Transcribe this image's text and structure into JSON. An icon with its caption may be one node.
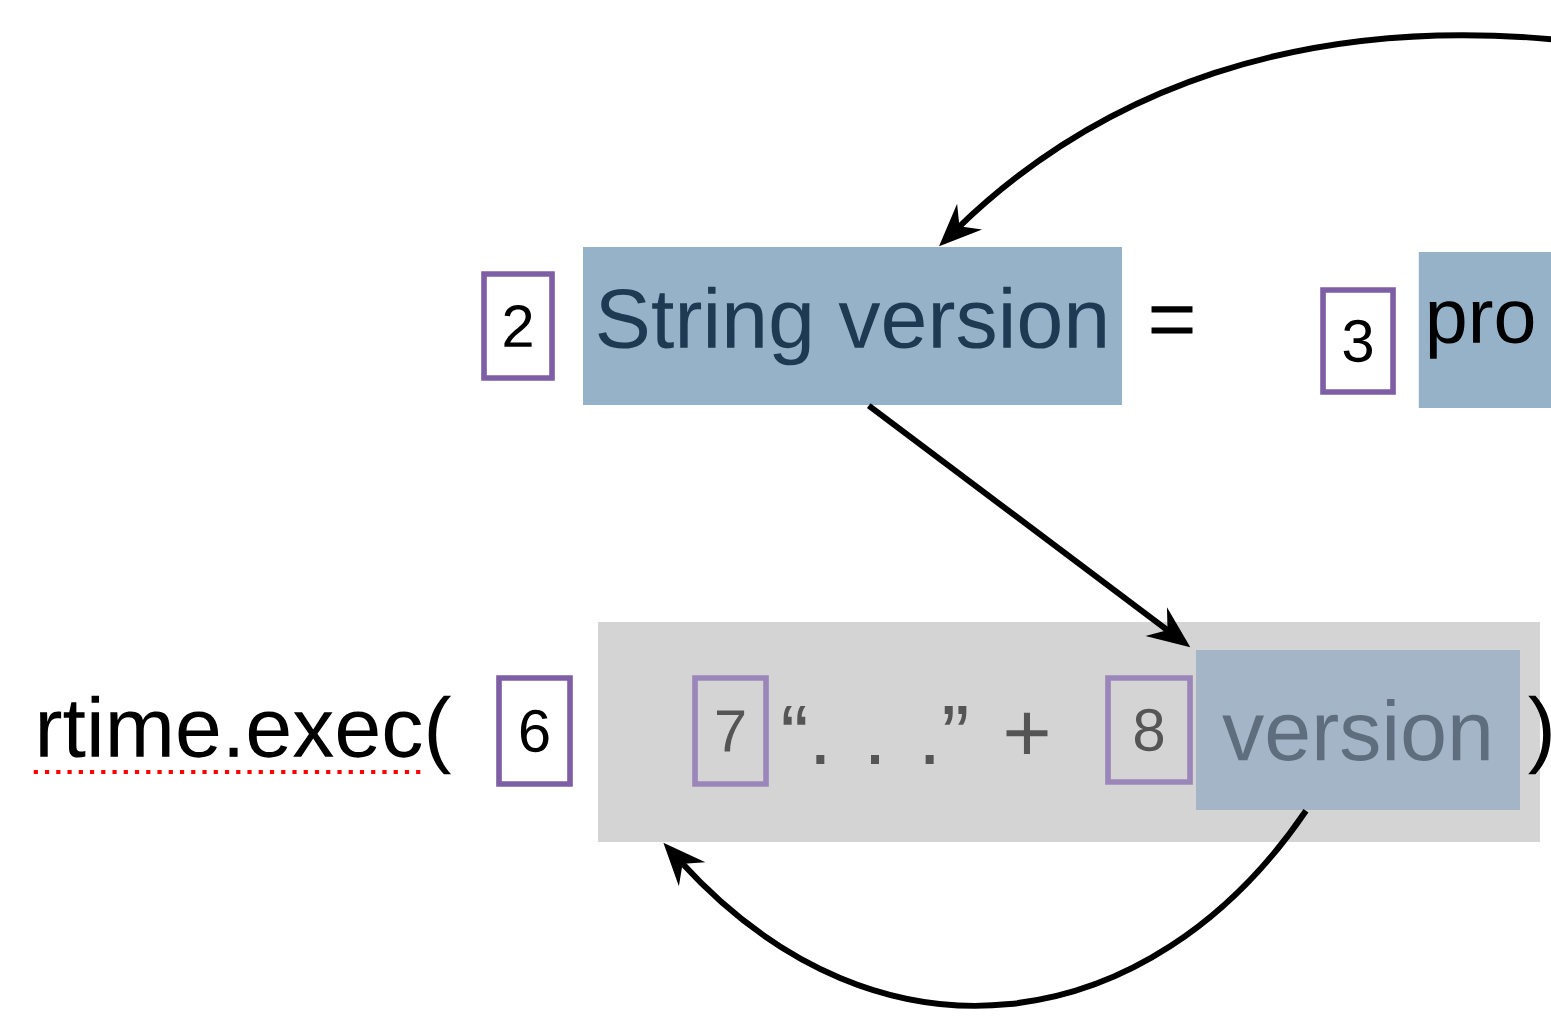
{
  "diagram": {
    "nodes": [
      {
        "text": [
          "2"
        ]
      },
      {
        "text": [
          "String version"
        ]
      },
      {
        "text": [
          "3"
        ]
      },
      {
        "text": [
          "pro"
        ]
      },
      {
        "text": [
          "6"
        ]
      },
      {
        "text": [],
        "shape": "box"
      },
      {
        "text": [
          "7"
        ],
        "in": 5
      },
      {
        "text": [
          "8"
        ],
        "in": 5
      },
      {
        "text": [
          "version"
        ],
        "in": 5
      }
    ],
    "edges": [
      {
        "from": null,
        "to": 1,
        "arrow": "to"
      },
      {
        "from": 1,
        "to": 8,
        "arrow": "to"
      },
      {
        "from": 8,
        "to": 5,
        "arrow": "to"
      }
    ],
    "labels": [
      "=",
      "rtime.exec(",
      "“. . .”",
      "+",
      ")"
    ]
  }
}
